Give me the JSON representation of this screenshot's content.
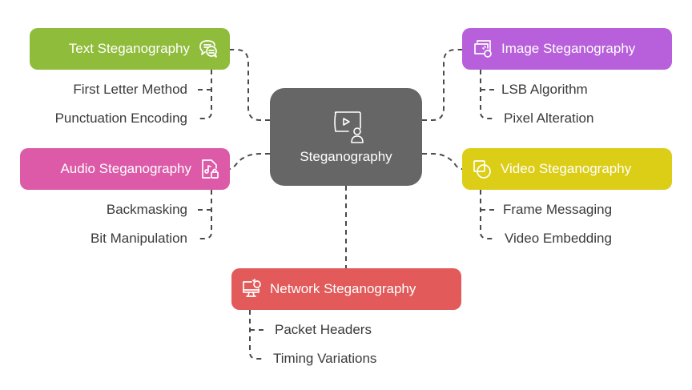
{
  "diagram": {
    "center": {
      "label": "Steganography",
      "icon": "video-person-icon",
      "color": "#666666"
    },
    "branches": [
      {
        "id": "text",
        "label": "Text Steganography",
        "icon": "chat-bubbles-icon",
        "color": "#8fbc3a",
        "children": [
          "First Letter Method",
          "Punctuation Encoding"
        ]
      },
      {
        "id": "image",
        "label": "Image Steganography",
        "icon": "image-cursor-icon",
        "color": "#b85fdc",
        "children": [
          "LSB Algorithm",
          "Pixel Alteration"
        ]
      },
      {
        "id": "audio",
        "label": "Audio Steganography",
        "icon": "music-file-lock-icon",
        "color": "#dc5aa8",
        "children": [
          "Backmasking",
          "Bit Manipulation"
        ]
      },
      {
        "id": "video",
        "label": "Video Steganography",
        "icon": "overlapping-shapes-icon",
        "color": "#dccd17",
        "children": [
          "Frame Messaging",
          "Video Embedding"
        ]
      },
      {
        "id": "network",
        "label": "Network Steganography",
        "icon": "monitor-signal-icon",
        "color": "#e25a5a",
        "children": [
          "Packet Headers",
          "Timing Variations"
        ]
      }
    ]
  }
}
